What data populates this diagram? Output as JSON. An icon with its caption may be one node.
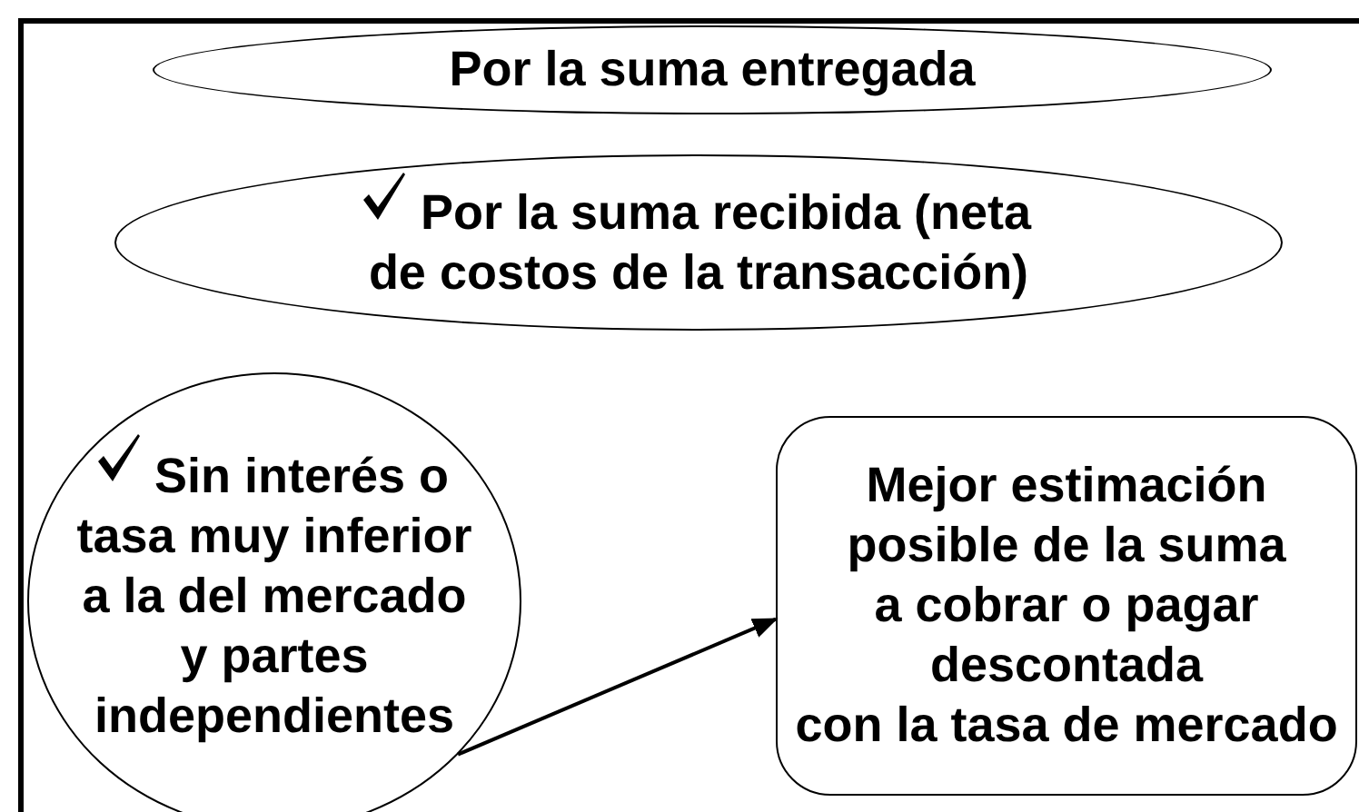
{
  "diagram": {
    "nodes": [
      {
        "text": [
          "Por la suma entregada"
        ]
      },
      {
        "text": [
          "Por la suma recibida (neta de costos de la transacción)"
        ]
      },
      {
        "text": [
          "Sin interés o tasa muy inferior a la del mercado y partes independientes"
        ]
      },
      {
        "text": [
          "Mejor estimación posible de la suma a cobrar o pagar descontada con la tasa de mercado"
        ]
      }
    ],
    "edges": [
      {
        "from": 2,
        "to": 3,
        "arrow": "to"
      }
    ]
  }
}
